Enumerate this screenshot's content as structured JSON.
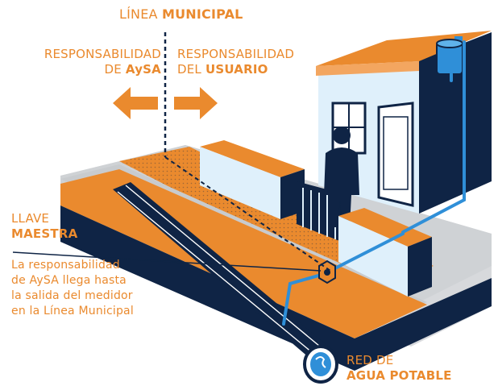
{
  "municipal_line": {
    "prefix": "LÍNEA",
    "bold": "MUNICIPAL"
  },
  "left_zone": {
    "line1": "RESPONSABILIDAD",
    "line2_prefix": "DE",
    "line2_bold": "AySA"
  },
  "right_zone": {
    "line1": "RESPONSABILIDAD",
    "line2_prefix": "DEL",
    "line2_bold": "USUARIO"
  },
  "valve": {
    "line1": "LLAVE",
    "line2": "MAESTRA"
  },
  "note": {
    "line1": "La responsabilidad",
    "line2": "de AySA llega hasta",
    "line3": "la salida del medidor",
    "line4": "en la Línea Municipal"
  },
  "network": {
    "line1": "RED DE",
    "line2": "AGUA POTABLE"
  },
  "colors": {
    "orange": "#ea8a2e",
    "navy": "#0f2445",
    "light_blue": "#dff0fb",
    "water_blue": "#2f8fd8"
  },
  "icons": [
    "arrow-left-icon",
    "arrow-right-icon",
    "person-silhouette-icon",
    "water-tank-icon",
    "meter-valve-icon"
  ]
}
